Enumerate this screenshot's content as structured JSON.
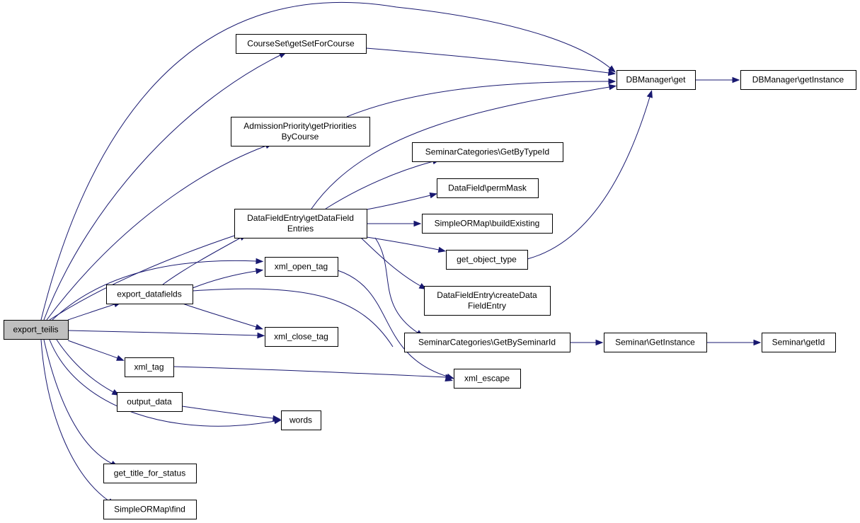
{
  "nodes": {
    "export_teilis": [
      "export_teilis"
    ],
    "courseset_getsetforcourse": [
      "CourseSet\\getSetForCourse"
    ],
    "dbmanager_get": [
      "DBManager\\get"
    ],
    "dbmanager_getinstance": [
      "DBManager\\getInstance"
    ],
    "admissionpriority_getprioritiesbycourse": [
      "AdmissionPriority\\getPriorities",
      "ByCourse"
    ],
    "seminarcategories_getbytypeid": [
      "SeminarCategories\\GetByTypeId"
    ],
    "datafield_permmask": [
      "DataField\\permMask"
    ],
    "datafieldentry_getdatafieldentries": [
      "DataFieldEntry\\getDataField",
      "Entries"
    ],
    "simpleormap_buildexisting": [
      "SimpleORMap\\buildExisting"
    ],
    "get_object_type": [
      "get_object_type"
    ],
    "xml_open_tag": [
      "xml_open_tag"
    ],
    "export_datafields": [
      "export_datafields"
    ],
    "datafieldentry_createdatafieldentry": [
      "DataFieldEntry\\createData",
      "FieldEntry"
    ],
    "xml_close_tag": [
      "xml_close_tag"
    ],
    "seminarcategories_getbyseminarid": [
      "SeminarCategories\\GetBySeminarId"
    ],
    "seminar_getinstance": [
      "Seminar\\GetInstance"
    ],
    "seminar_getid": [
      "Seminar\\getId"
    ],
    "xml_tag": [
      "xml_tag"
    ],
    "xml_escape": [
      "xml_escape"
    ],
    "output_data": [
      "output_data"
    ],
    "words": [
      "words"
    ],
    "get_title_for_status": [
      "get_title_for_status"
    ],
    "simpleormap_find": [
      "SimpleORMap\\find"
    ]
  },
  "edges": [
    [
      "export_teilis",
      "dbmanager_get"
    ],
    [
      "export_teilis",
      "courseset_getsetforcourse"
    ],
    [
      "export_teilis",
      "admissionpriority_getprioritiesbycourse"
    ],
    [
      "export_teilis",
      "datafieldentry_getdatafieldentries"
    ],
    [
      "export_teilis",
      "xml_open_tag"
    ],
    [
      "export_teilis",
      "export_datafields"
    ],
    [
      "export_teilis",
      "xml_close_tag"
    ],
    [
      "export_teilis",
      "xml_tag"
    ],
    [
      "export_teilis",
      "output_data"
    ],
    [
      "export_teilis",
      "words"
    ],
    [
      "export_teilis",
      "get_title_for_status"
    ],
    [
      "export_teilis",
      "simpleormap_find"
    ],
    [
      "courseset_getsetforcourse",
      "dbmanager_get"
    ],
    [
      "admissionpriority_getprioritiesbycourse",
      "dbmanager_get"
    ],
    [
      "dbmanager_get",
      "dbmanager_getinstance"
    ],
    [
      "datafieldentry_getdatafieldentries",
      "dbmanager_get"
    ],
    [
      "datafieldentry_getdatafieldentries",
      "seminarcategories_getbytypeid"
    ],
    [
      "datafieldentry_getdatafieldentries",
      "datafield_permmask"
    ],
    [
      "datafieldentry_getdatafieldentries",
      "simpleormap_buildexisting"
    ],
    [
      "datafieldentry_getdatafieldentries",
      "get_object_type"
    ],
    [
      "datafieldentry_getdatafieldentries",
      "datafieldentry_createdatafieldentry"
    ],
    [
      "datafieldentry_getdatafieldentries",
      "seminarcategories_getbyseminarid"
    ],
    [
      "get_object_type",
      "dbmanager_get"
    ],
    [
      "export_datafields",
      "datafieldentry_getdatafieldentries"
    ],
    [
      "export_datafields",
      "xml_open_tag"
    ],
    [
      "export_datafields",
      "xml_close_tag"
    ],
    [
      "export_datafields",
      "xml_escape"
    ],
    [
      "xml_open_tag",
      "xml_escape"
    ],
    [
      "seminarcategories_getbyseminarid",
      "seminar_getinstance"
    ],
    [
      "seminar_getinstance",
      "seminar_getid"
    ],
    [
      "xml_tag",
      "xml_escape"
    ],
    [
      "output_data",
      "words"
    ]
  ],
  "colors": {
    "edge": "#191970",
    "node_border": "#000000",
    "root_fill": "#bfbfbf",
    "node_fill": "#ffffff"
  }
}
